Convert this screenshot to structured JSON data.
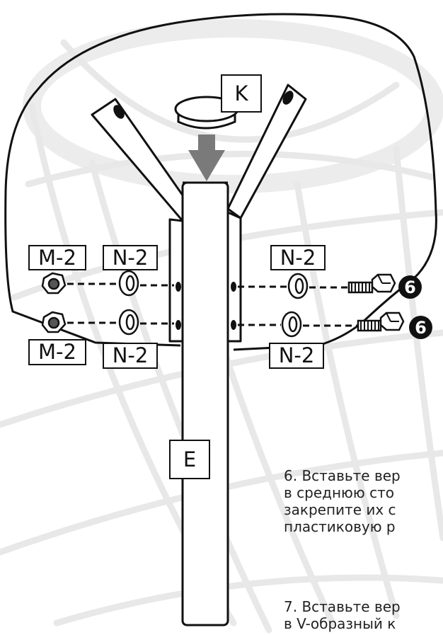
{
  "labels": {
    "cap": "K",
    "post": "E",
    "nut_top": "M-2",
    "nut_bottom": "M-2",
    "washer_left_top": "N-2",
    "washer_left_bottom": "N-2",
    "washer_right_top": "N-2",
    "washer_right_bottom": "N-2"
  },
  "markers": {
    "bolt_top": "6",
    "bolt_bottom": "6"
  },
  "instructions": {
    "step6": {
      "line1": "6. Вставьте вер",
      "line2": "в среднюю сто",
      "line3": "закрепите их с",
      "line4": "пластиковую р"
    },
    "step7": {
      "line1": "7. Вставьте вер",
      "line2": "в V-образный к"
    }
  },
  "colors": {
    "line": "#111111",
    "arrow": "#7a7a7a",
    "watermark": "#e6e6e6",
    "background": "#ffffff"
  }
}
